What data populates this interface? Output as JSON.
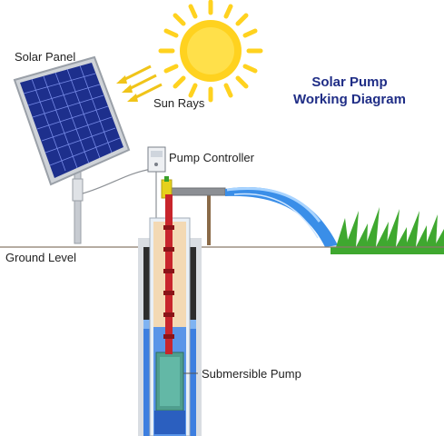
{
  "title": {
    "line1": "Solar Pump",
    "line2": "Working Diagram"
  },
  "labels": {
    "solar_panel": "Solar Panel",
    "sun_rays": "Sun Rays",
    "pump_controller": "Pump Controller",
    "ground_level": "Ground Level",
    "submersible_pump": "Submersible Pump"
  },
  "colors": {
    "title": "#1f2d86",
    "sun": "#ffd21f",
    "solar_cells": "#1d2f8c",
    "water": "#3a8ee8",
    "pipe": "#c8252c",
    "grass": "#3fa82f",
    "ground_line": "#8a7a6a"
  }
}
